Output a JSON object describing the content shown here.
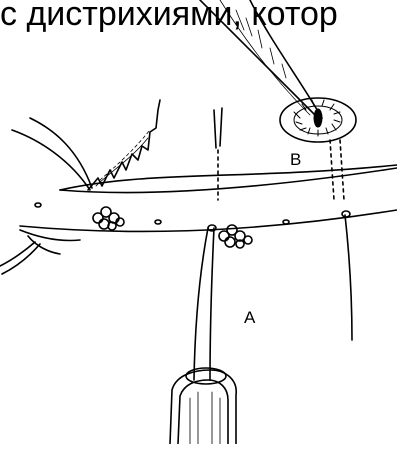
{
  "caption": "с дистрихиями, котор",
  "labels": {
    "a": "A",
    "b": "B"
  },
  "colors": {
    "ink": "#000000",
    "paper": "#ffffff"
  }
}
